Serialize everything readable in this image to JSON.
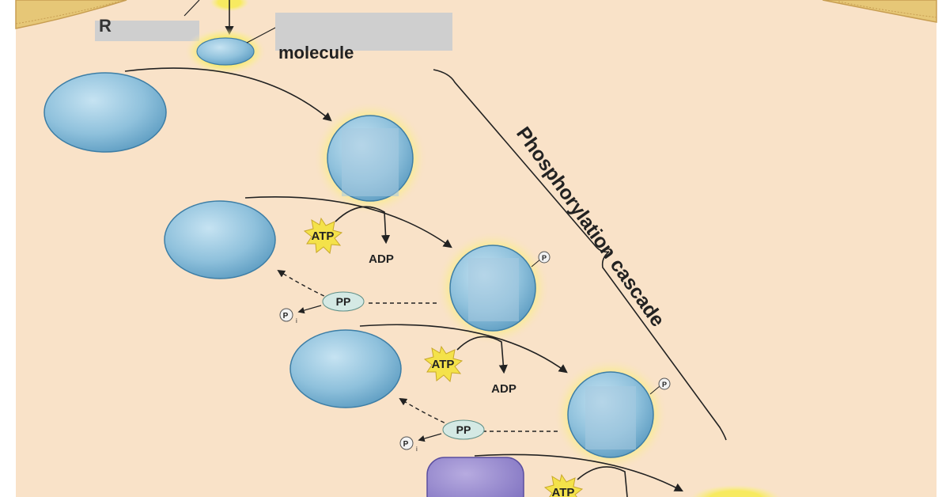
{
  "labels": {
    "top_label_partial": "molecule",
    "atp": "ATP",
    "adp": "ADP",
    "pp": "PP",
    "p": "P",
    "pi_main": "P",
    "pi_sub": "i",
    "cascade": "Phosphorylation cascade"
  },
  "colors": {
    "cytoplasm": "#f9e2c8",
    "membrane": "#e6c777",
    "membrane_stripe": "#c89e52",
    "outer": "#ffffff",
    "protein_fill": "#8fc1dc",
    "protein_stroke": "#3d7ea6",
    "glow": "#f7ea5b",
    "atp_star": "#f4e24a",
    "pp_fill": "#d4e9e4",
    "final_protein": "#9b8fcf",
    "redaction": "#cfcfcf"
  }
}
